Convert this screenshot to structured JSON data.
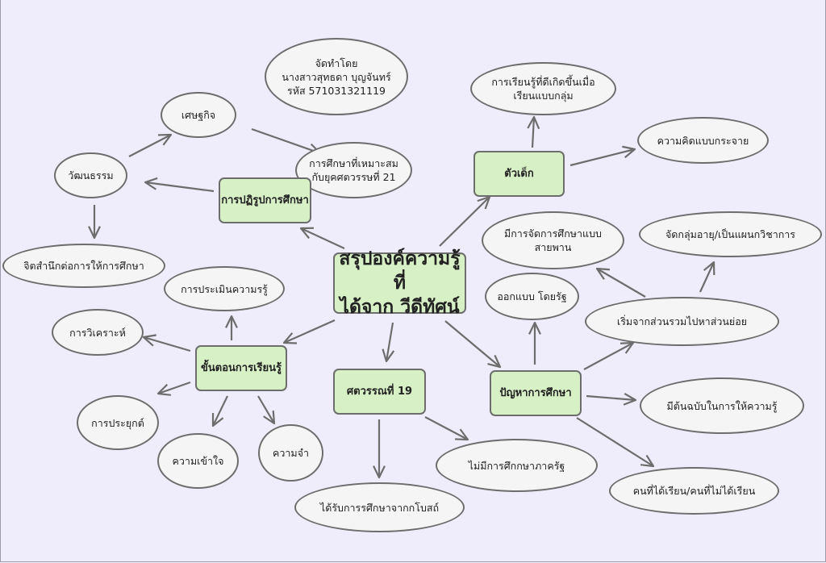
{
  "title": "สรุปองค์ความรู้ที่\nได้จาก วีดีทัศน์",
  "colors": {
    "background": "#efedfc",
    "box_fill": "#d7f0c6",
    "ellipse_fill": "#f5f5f5",
    "stroke": "#6d6d6d"
  },
  "nodes": {
    "center": "สรุปองค์ความรู้ที่\nได้จาก วีดีทัศน์",
    "reform": "การปฏิรูปการศึกษา",
    "child": "ตัวเด็ก",
    "stages": "ขั้นตอนการเรียนรู้",
    "c19": "ศตวรรณที่ 19",
    "problem": "ปัญหาการศึกษา",
    "made_by": "จัดทำโดย\nนางสาวสุทธดา บุญจันทร์\nรหัส 571031321119",
    "economy": "เศษฐกิจ",
    "culture": "วัฒนธรรม",
    "ed21": "การศึกษาที่เหมาะสม\nกับยุคศตวรรษที่ 21",
    "awareness": "จิตสำนึกต่อการให้การศึกษา",
    "group_learning": "การเรียนรู้ที่ดีเกิดขึ้นเมื่อ\nเรียนแบบกลุ่ม",
    "diffuse": "ความคิดแบบกระจาย",
    "assembly": "มีการจัดการศึกษาแบบ\nสายพาน",
    "age_group": "จัดกลุ่มอายุ/เป็นแผนกวิชาการ",
    "state_design": "ออกแบบ โดยรัฐ",
    "whole_to_part": "เริ่มจากส่วนรวมไปหาส่วนย่อย",
    "evaluation": "การประเมินความรรู้",
    "analysis": "การวิเคราะห์",
    "apply": "การประยุกต์",
    "understand": "ความเข้าใจ",
    "memory": "ความจำ",
    "temple": "ได้รับการรศึกษาจากกโบสถ์",
    "no_state": "ไม่มีการศึกกษาภาครัฐ",
    "prototype": "มีต้นฉบับในการให้ความรู้",
    "learners": "คนที่ได้เรียน/คนที่ไม่ได้เรียน"
  },
  "edges": [
    [
      "center",
      "reform"
    ],
    [
      "reform",
      "culture"
    ],
    [
      "culture",
      "economy"
    ],
    [
      "economy",
      "ed21"
    ],
    [
      "culture",
      "awareness"
    ],
    [
      "center",
      "child"
    ],
    [
      "child",
      "group_learning"
    ],
    [
      "child",
      "diffuse"
    ],
    [
      "center",
      "stages"
    ],
    [
      "stages",
      "evaluation"
    ],
    [
      "stages",
      "analysis"
    ],
    [
      "stages",
      "apply"
    ],
    [
      "stages",
      "understand"
    ],
    [
      "stages",
      "memory"
    ],
    [
      "center",
      "c19"
    ],
    [
      "c19",
      "temple"
    ],
    [
      "c19",
      "no_state"
    ],
    [
      "center",
      "problem"
    ],
    [
      "problem",
      "state_design"
    ],
    [
      "problem",
      "whole_to_part"
    ],
    [
      "problem",
      "prototype"
    ],
    [
      "problem",
      "learners"
    ],
    [
      "whole_to_part",
      "assembly"
    ],
    [
      "whole_to_part",
      "age_group"
    ]
  ]
}
